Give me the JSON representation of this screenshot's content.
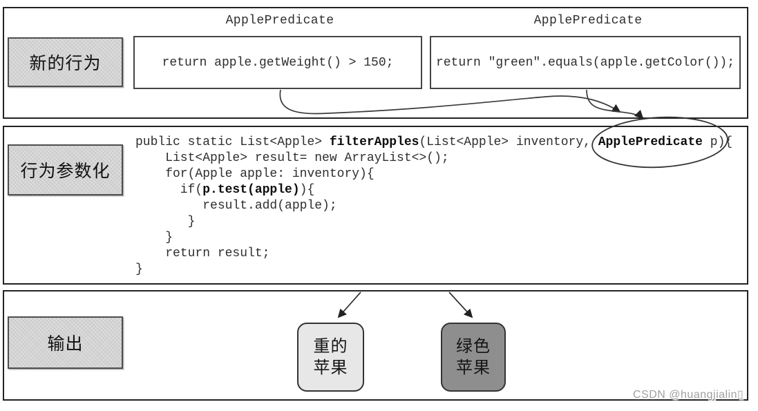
{
  "labels": {
    "top": "新的行为",
    "middle": "行为参数化",
    "bottom": "输出"
  },
  "predicates": [
    {
      "title": "ApplePredicate",
      "code": "return apple.getWeight() > 150;"
    },
    {
      "title": "ApplePredicate",
      "code": "return \"green\".equals(apple.getColor());"
    }
  ],
  "method_code": {
    "lines": [
      [
        [
          "public static List<Apple> ",
          0
        ],
        [
          "filterApples",
          1
        ],
        [
          "(List<Apple> inventory, ",
          0
        ],
        [
          "ApplePredicate",
          1
        ],
        [
          " p){",
          0
        ]
      ],
      [
        [
          "    List<Apple> result= new ArrayList<>();",
          0
        ]
      ],
      [
        [
          "    for(Apple apple: inventory){",
          0
        ]
      ],
      [
        [
          "      if(",
          0
        ],
        [
          "p.test(apple)",
          1
        ],
        [
          "){",
          0
        ]
      ],
      [
        [
          "         result.add(apple);",
          0
        ]
      ],
      [
        [
          "       }",
          0
        ]
      ],
      [
        [
          "    }",
          0
        ]
      ],
      [
        [
          "    return result;",
          0
        ]
      ],
      [
        [
          "}",
          0
        ]
      ]
    ]
  },
  "outputs": [
    {
      "line1": "重的",
      "line2": "苹果"
    },
    {
      "line1": "绿色",
      "line2": "苹果"
    }
  ],
  "watermark": "CSDN @huangjialin▯",
  "colors": {
    "section_border": "#222222",
    "label_fill": "#d3d3d3",
    "label_border": "#4d4d4d",
    "code_box_border": "#444444",
    "arrow": "#3a3a3a",
    "ellipse_stroke": "#333333",
    "heavy_apple_fill": "#e7e7e7",
    "green_apple_fill": "#8e8e8e",
    "watermark_color": "#a0a0a0"
  }
}
